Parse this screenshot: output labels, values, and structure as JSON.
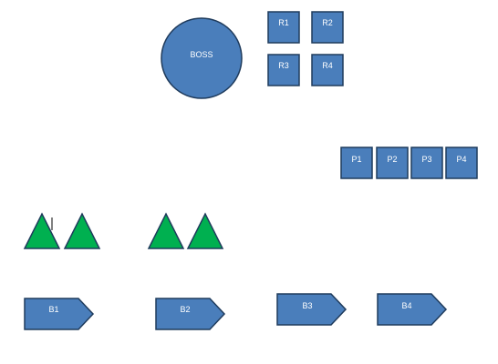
{
  "colors": {
    "shape_fill": "#4a7ebb",
    "shape_stroke": "#1f3b5c",
    "triangle_fill": "#00b050",
    "triangle_stroke": "#1f3b5c",
    "text": "#ffffff"
  },
  "boss": {
    "label": "BOSS"
  },
  "r_squares": [
    {
      "label": "R1"
    },
    {
      "label": "R2"
    },
    {
      "label": "R3"
    },
    {
      "label": "R4"
    }
  ],
  "p_squares": [
    {
      "label": "P1"
    },
    {
      "label": "P2"
    },
    {
      "label": "P3"
    },
    {
      "label": "P4"
    }
  ],
  "triangles": [
    {
      "icon": "triangle"
    },
    {
      "icon": "triangle"
    },
    {
      "icon": "triangle"
    },
    {
      "icon": "triangle"
    }
  ],
  "b_pentagons": [
    {
      "label": "B1"
    },
    {
      "label": "B2"
    },
    {
      "label": "B3"
    },
    {
      "label": "B4"
    }
  ]
}
